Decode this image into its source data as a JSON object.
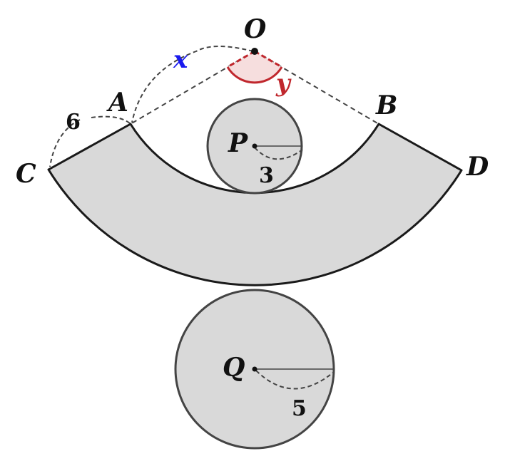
{
  "labels": {
    "O": "O",
    "A": "A",
    "B": "B",
    "C": "C",
    "D": "D",
    "P": "P",
    "Q": "Q",
    "x": "x",
    "y": "y",
    "six": "6",
    "three": "3",
    "five": "5"
  },
  "colors": {
    "fill": "#d9d9d9",
    "stroke": "#1a1a1a",
    "circle_stroke": "#444444",
    "dashed": "#444444",
    "x_color": "#1a1aee",
    "y_color": "#c0272d",
    "angle_fill": "#f6dede"
  }
}
